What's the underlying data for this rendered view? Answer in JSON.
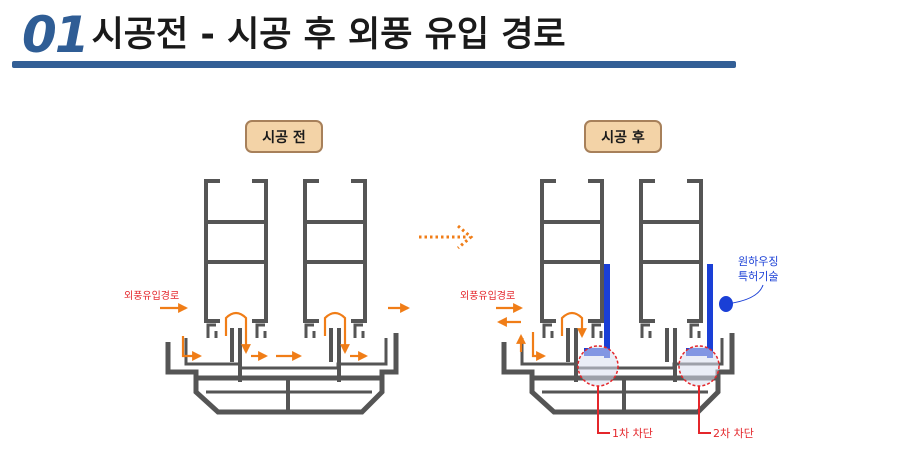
{
  "header": {
    "number": "01",
    "title": "시공전 - 시공 후 외풍 유입 경로"
  },
  "before": {
    "badge": "시공 전",
    "path_label": "외풍유입경로"
  },
  "after": {
    "badge": "시공 후",
    "path_label": "외풍유입경로",
    "patent_line1": "원하우징",
    "patent_line2": "특허기술",
    "block1": "1차 차단",
    "block2": "2차 차단"
  },
  "colors": {
    "frame": "#555555",
    "airflow": "#f07d17",
    "seal": "#1a3fd6",
    "callout": "#e4262b",
    "badge_fill": "#f3d3a7",
    "title_accent": "#335f96"
  }
}
